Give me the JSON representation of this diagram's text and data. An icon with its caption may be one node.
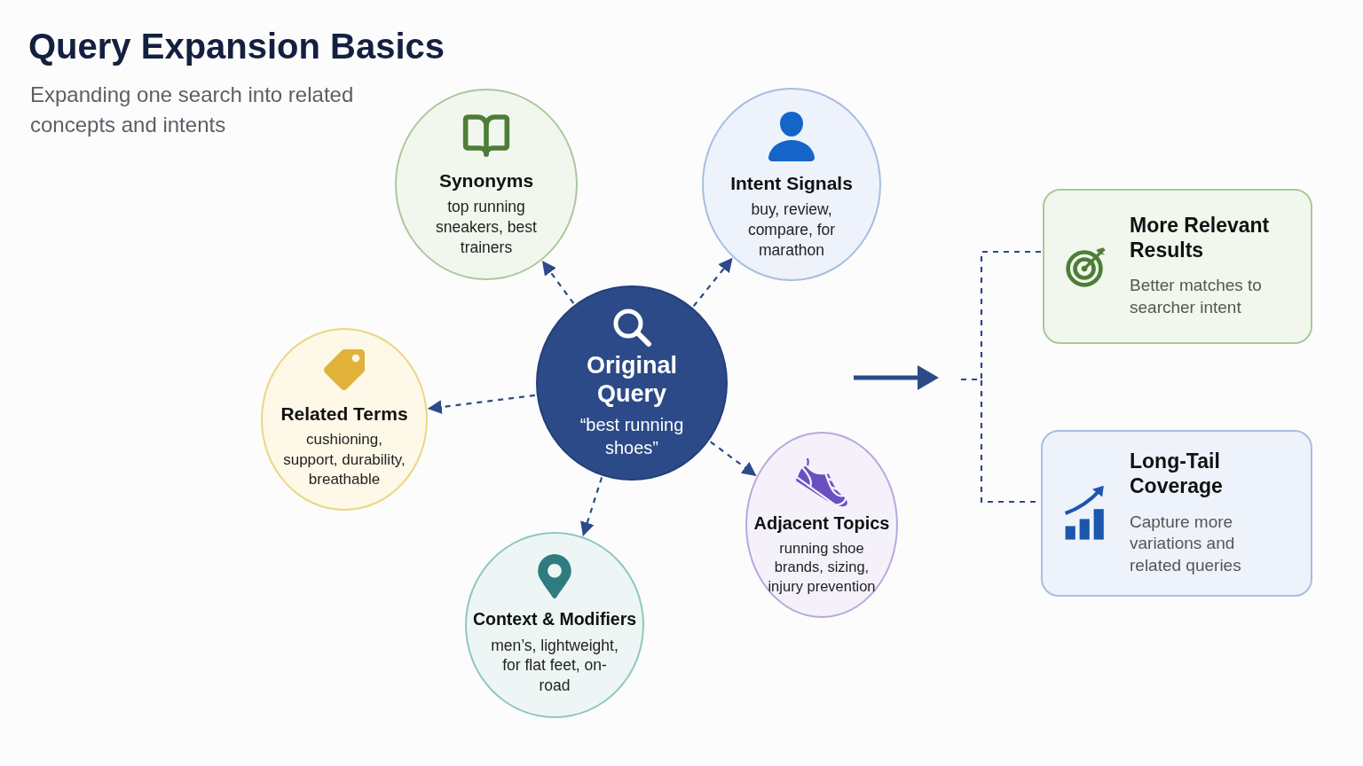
{
  "diagram": {
    "title": "Query Expansion Basics",
    "nodes": [
      {
        "text": [
          "Original Query",
          "“best running shoes”"
        ]
      },
      {
        "text": [
          "Synonyms",
          "top running sneakers, best trainers"
        ]
      },
      {
        "text": [
          "Intent Signals",
          "buy, review, compare, for marathon"
        ]
      },
      {
        "text": [
          "Related Terms",
          "cushioning, support, durability, breathable"
        ]
      },
      {
        "text": [
          "Adjacent Topics",
          "running shoe brands, sizing, injury prevention"
        ]
      },
      {
        "text": [
          "Context & Modifiers",
          "men’s, lightweight, for flat feet, on-road"
        ]
      },
      {
        "text": [
          "More Relevant Results",
          "Better matches to searcher intent"
        ]
      },
      {
        "text": [
          "Long-Tail Coverage",
          "Capture more variations and related queries"
        ]
      }
    ],
    "edges": [
      {
        "from": 0,
        "to": 1,
        "arrow": "to",
        "style": "dashed"
      },
      {
        "from": 0,
        "to": 2,
        "arrow": "to",
        "style": "dashed"
      },
      {
        "from": 0,
        "to": 3,
        "arrow": "to",
        "style": "dashed"
      },
      {
        "from": 0,
        "to": 4,
        "arrow": "to",
        "style": "dashed"
      },
      {
        "from": 0,
        "to": 5,
        "arrow": "to",
        "style": "dashed"
      },
      {
        "from": null,
        "to": 6,
        "arrow": "none",
        "style": "dashed"
      },
      {
        "from": null,
        "to": 7,
        "arrow": "none",
        "style": "dashed"
      }
    ],
    "labels": [
      "Expanding one search into related concepts and intents"
    ]
  }
}
